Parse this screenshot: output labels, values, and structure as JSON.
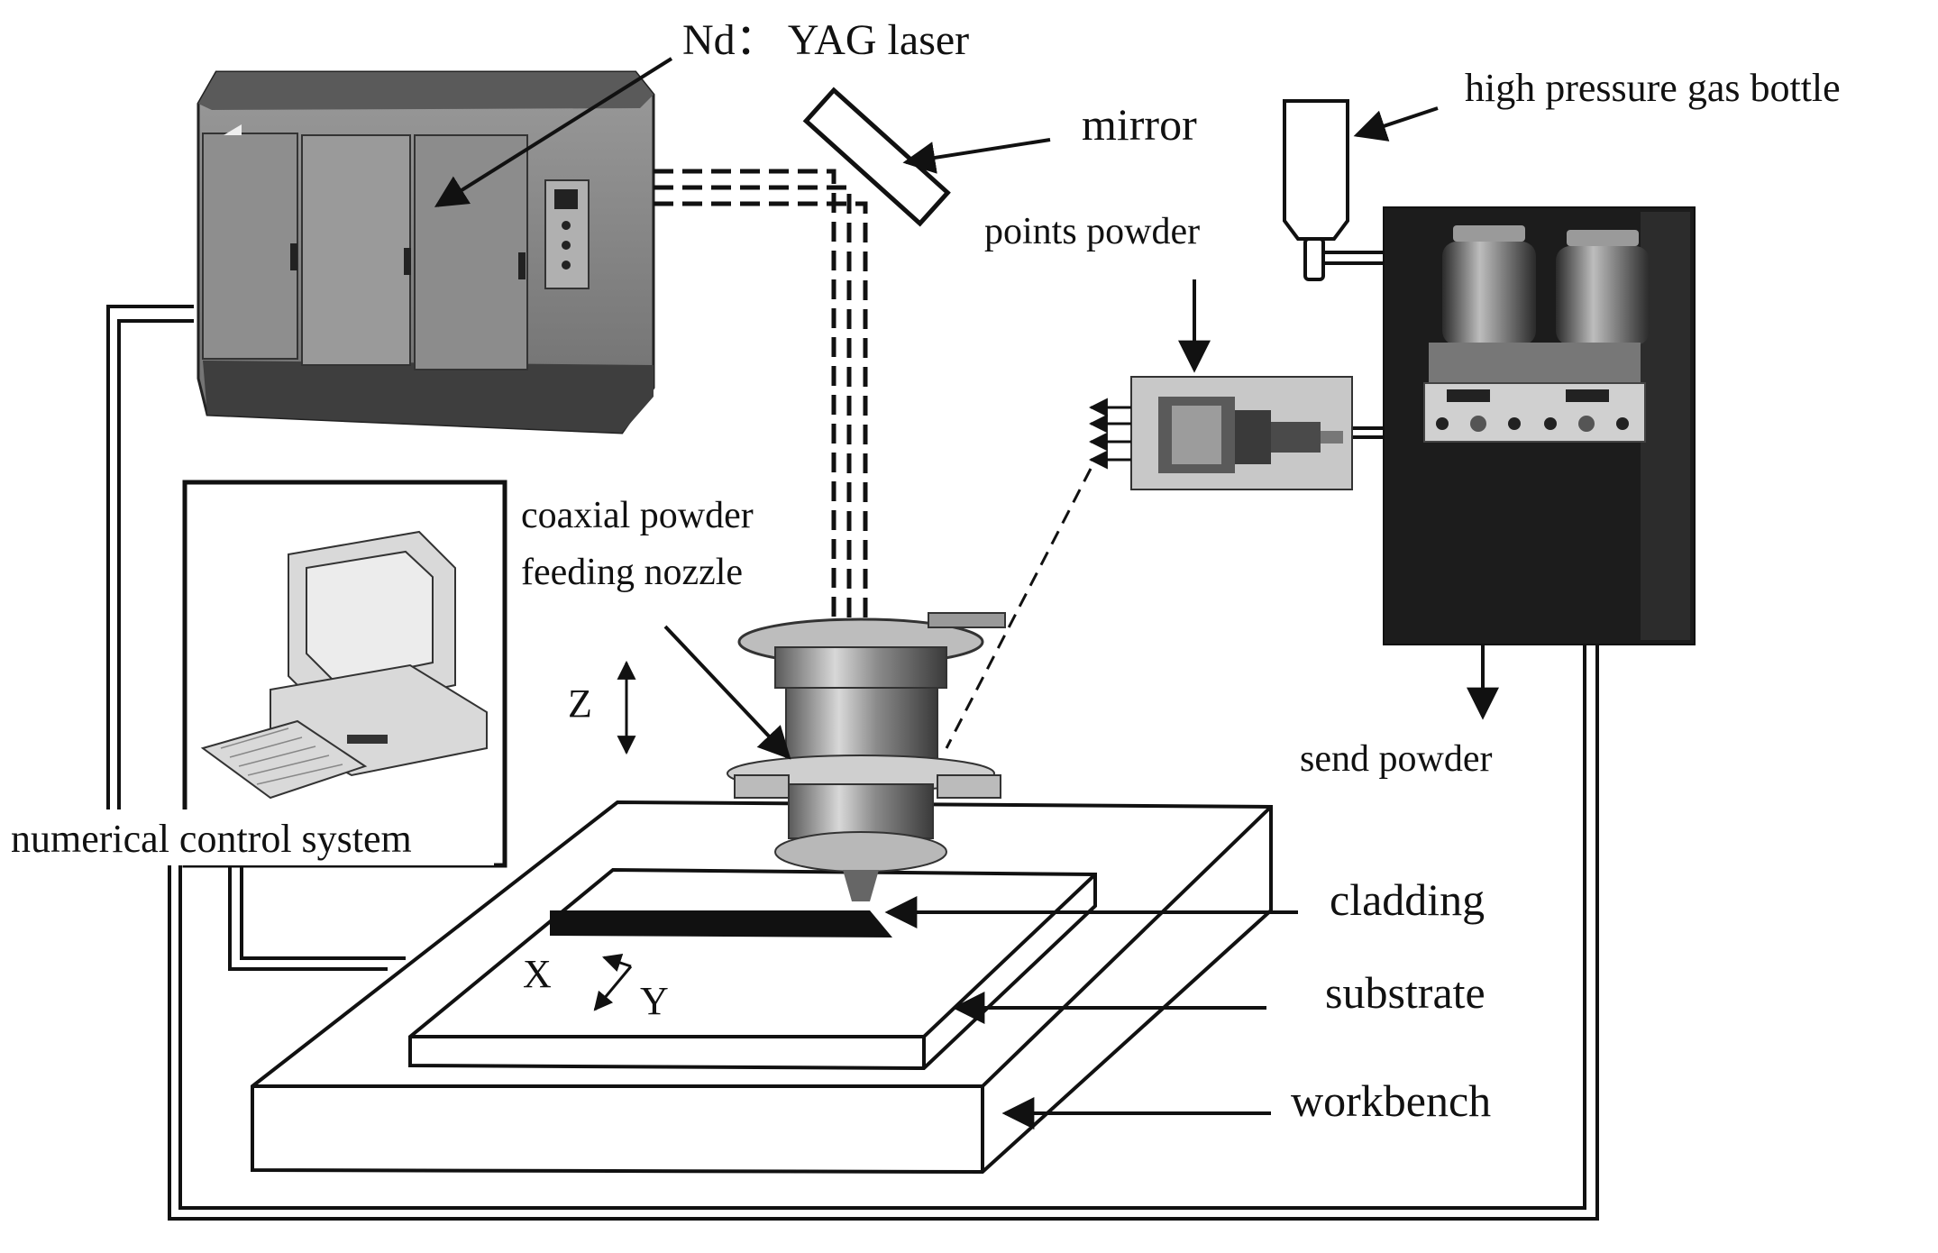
{
  "labels": {
    "laser": "Nd： YAG laser",
    "mirror": "mirror",
    "gas_bottle": "high pressure gas bottle",
    "points_powder": "points powder",
    "nozzle_line1": "coaxial powder",
    "nozzle_line2": "feeding nozzle",
    "z_axis": "Z",
    "send_powder": "send powder",
    "control_system": "numerical control system",
    "cladding": "cladding",
    "substrate": "substrate",
    "workbench": "workbench",
    "x_axis": "X",
    "y_axis": "Y"
  },
  "colors": {
    "line": "#111111",
    "laser_body": "#8a8a8a",
    "laser_dark": "#4a4a4a",
    "feeder_body": "#1c1c1c",
    "background": "#ffffff"
  }
}
